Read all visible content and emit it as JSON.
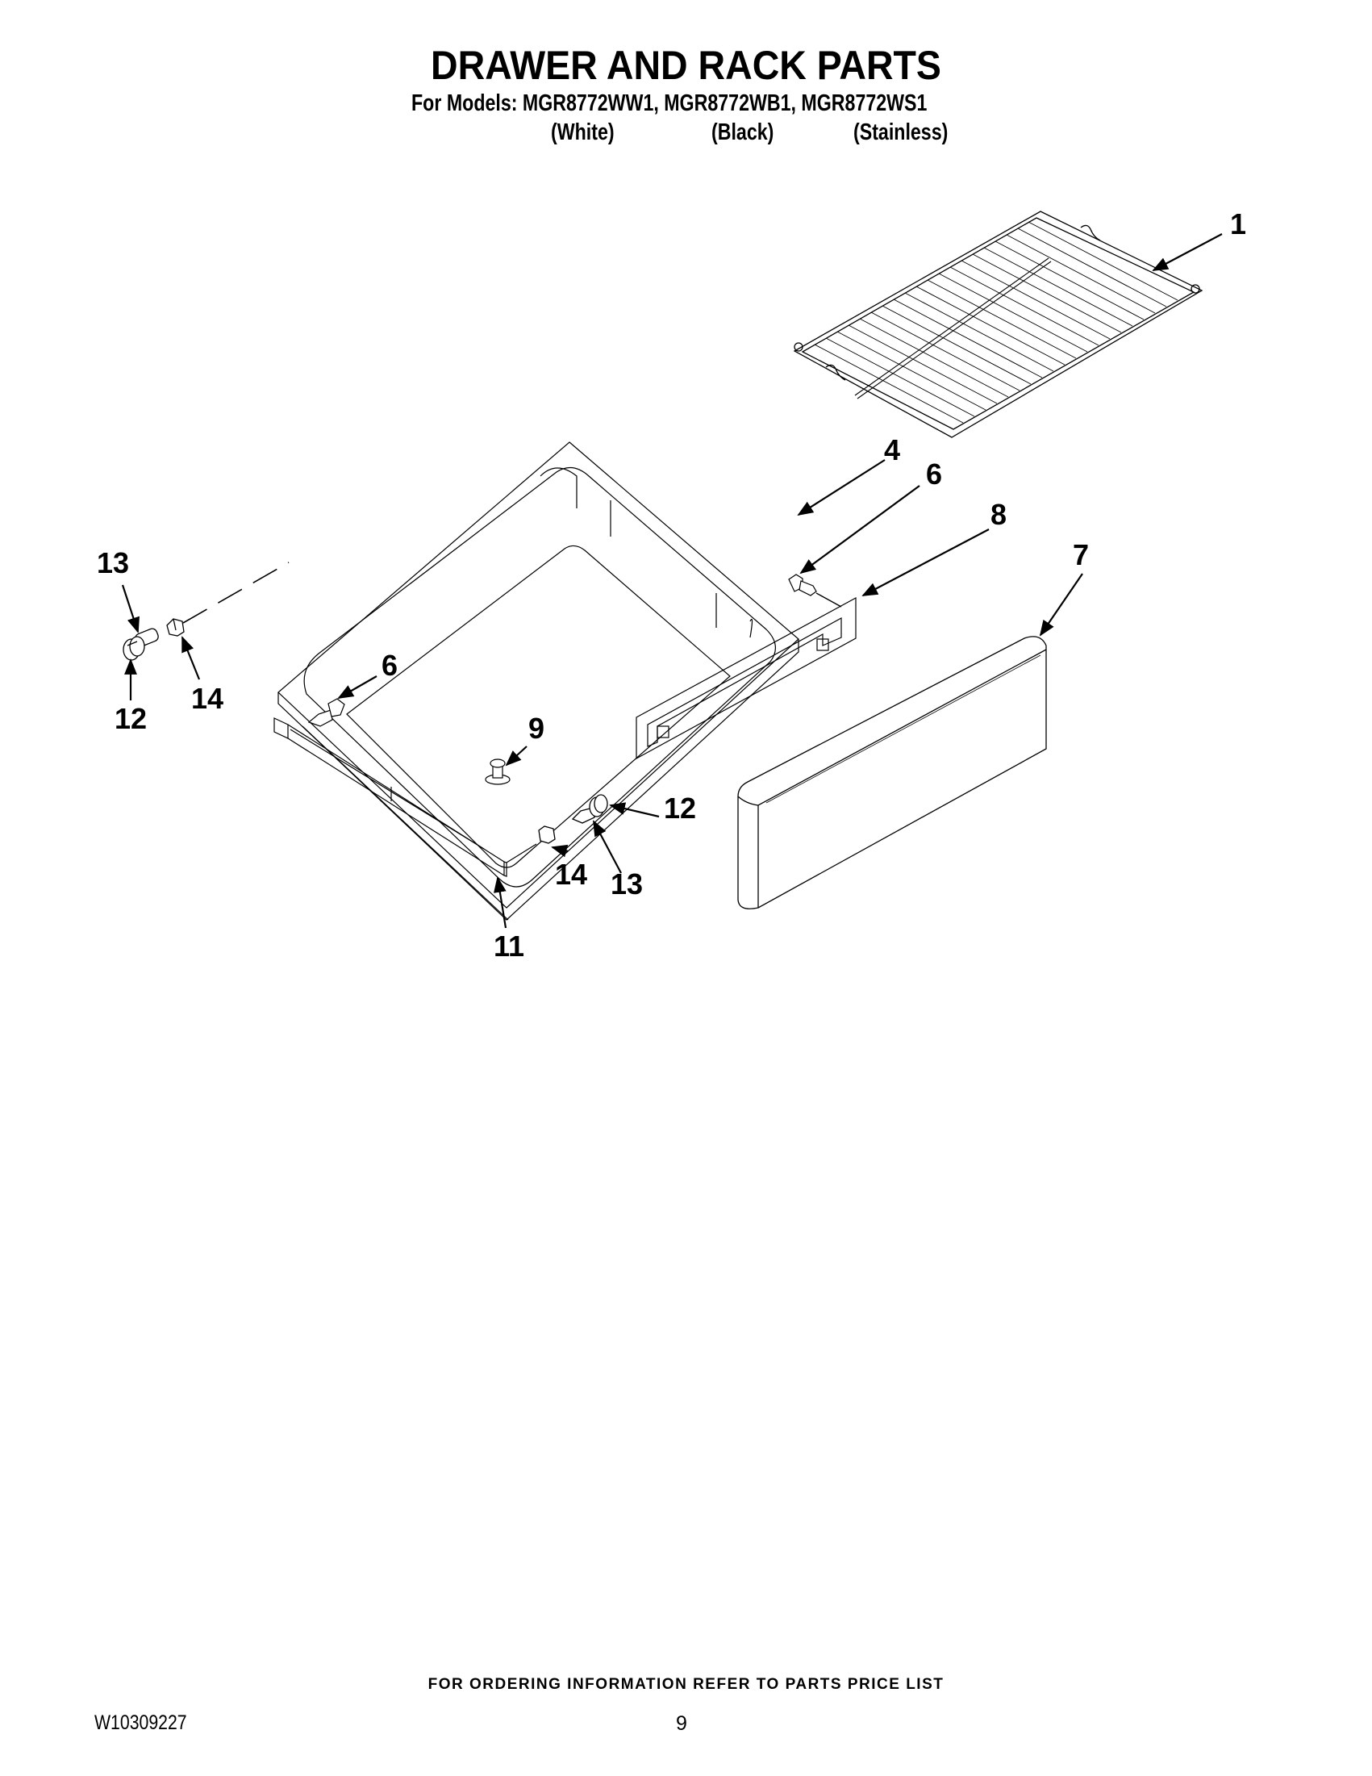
{
  "header": {
    "title": "DRAWER AND RACK PARTS",
    "models_line": "For Models: MGR8772WW1, MGR8772WB1, MGR8772WS1",
    "colors": [
      "(White)",
      "(Black)",
      "(Stainless)"
    ]
  },
  "diagram": {
    "parts": [
      {
        "id": "rack",
        "callout": "1"
      },
      {
        "id": "drawer-pan",
        "callout": "4"
      },
      {
        "id": "screw-upper",
        "callout": "6"
      },
      {
        "id": "screw-lower",
        "callout": "6"
      },
      {
        "id": "drawer-front-panel",
        "callout": "7"
      },
      {
        "id": "front-bracket",
        "callout": "8"
      },
      {
        "id": "stop-bumper",
        "callout": "9"
      },
      {
        "id": "side-rail",
        "callout": "11"
      },
      {
        "id": "roller-left",
        "callout": "12"
      },
      {
        "id": "roller-right",
        "callout": "12"
      },
      {
        "id": "roller-axle-left",
        "callout": "13"
      },
      {
        "id": "roller-axle-right",
        "callout": "13"
      },
      {
        "id": "nut-left",
        "callout": "14"
      },
      {
        "id": "nut-right",
        "callout": "14"
      }
    ]
  },
  "footer": {
    "note": "FOR ORDERING INFORMATION REFER TO PARTS PRICE LIST",
    "doc_number": "W10309227",
    "page_number": "9"
  }
}
